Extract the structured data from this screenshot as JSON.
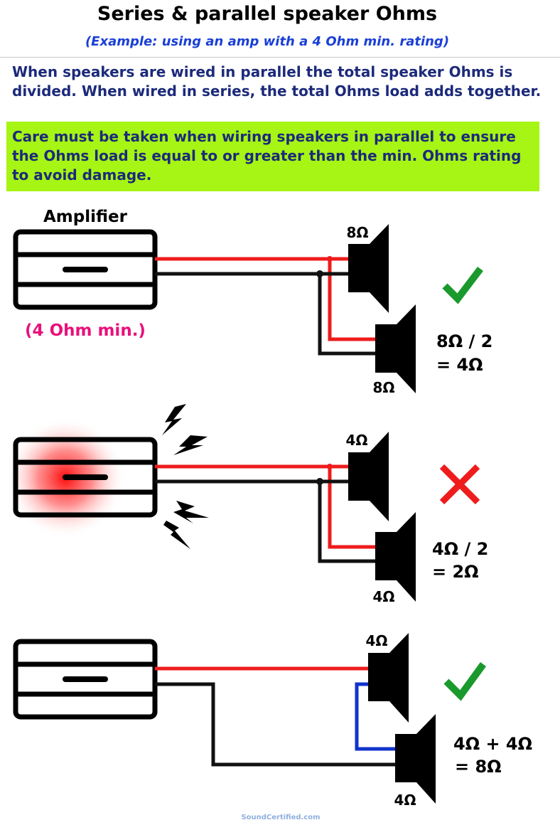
{
  "header": {
    "title": "Series & parallel speaker Ohms",
    "subtitle": "(Example: using an amp with a 4 Ohm min. rating)"
  },
  "intro_text": "When speakers are wired in parallel the total speaker Ohms is divided. When wired in series, the total Ohms load adds together.",
  "warning_text": "Care must be taken when wiring speakers in parallel to ensure the Ohms load is equal to or greater than the min. Ohms rating to avoid damage.",
  "amplifier_label": "Amplifier",
  "amp_rating": "(4 Ohm min.)",
  "examples": [
    {
      "speaker1": "8Ω",
      "speaker2": "8Ω",
      "result_line1": "8Ω / 2",
      "result_line2": "= 4Ω",
      "status": "check-icon"
    },
    {
      "speaker1": "4Ω",
      "speaker2": "4Ω",
      "result_line1": "4Ω / 2",
      "result_line2": "= 2Ω",
      "status": "cross-icon"
    },
    {
      "speaker1": "4Ω",
      "speaker2": "4Ω",
      "result_line1": "4Ω + 4Ω",
      "result_line2": "= 8Ω",
      "status": "check-icon"
    }
  ],
  "footer": "SoundCertified.com",
  "colors": {
    "positive_wire": "#ee1c1c",
    "negative_wire": "#111111",
    "series_link_wire": "#1133cc",
    "check": "#1a9a2c",
    "cross": "#ee1c1c",
    "rating": "#e8117a",
    "warning_bg": "#a6f514",
    "text_navy": "#1c2a7a",
    "subtitle_blue": "#1a3fd6"
  }
}
